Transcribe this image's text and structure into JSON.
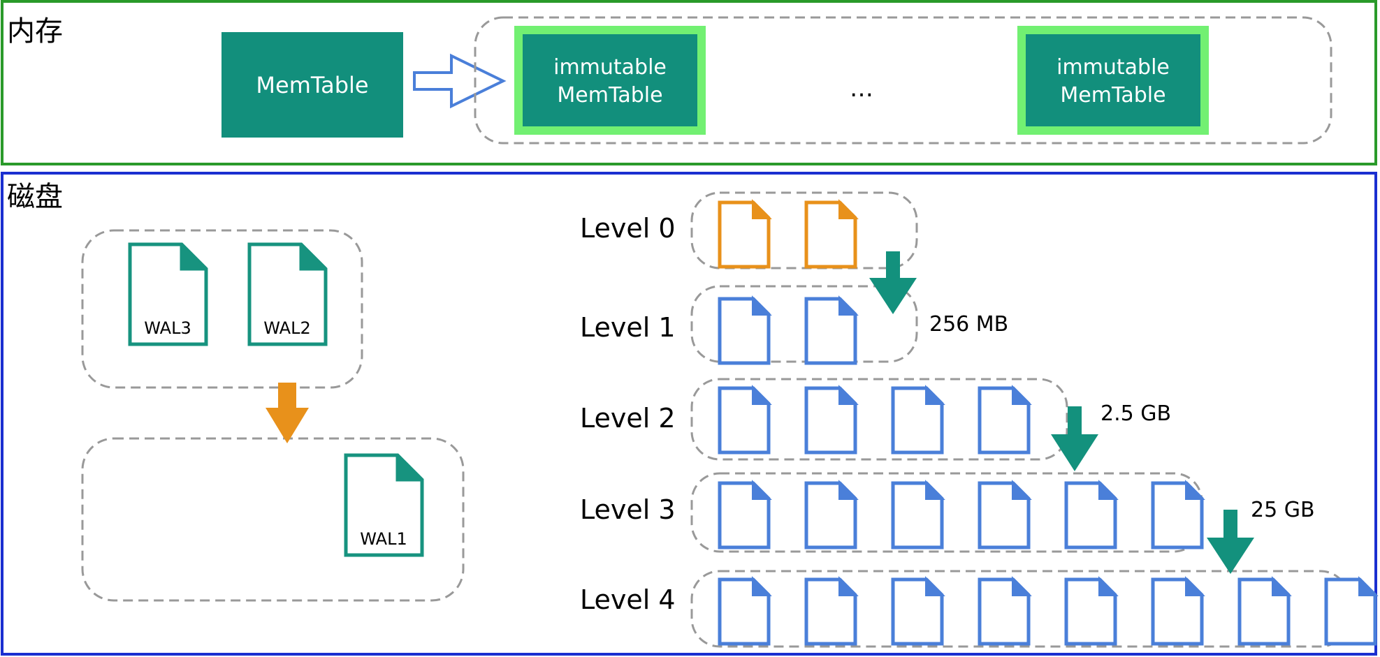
{
  "memory": {
    "title": "内存",
    "memtable_label": "MemTable",
    "immutable_line1": "immutable",
    "immutable_line2": "MemTable",
    "ellipsis": "…"
  },
  "disk": {
    "title": "磁盘",
    "wal_files": [
      "WAL3",
      "WAL2"
    ],
    "wal_flushed": "WAL1",
    "levels": [
      {
        "label": "Level 0",
        "file_count": 2,
        "file_color": "#e8911b"
      },
      {
        "label": "Level 1",
        "file_count": 2,
        "file_color": "#4a7fd9"
      },
      {
        "label": "Level 2",
        "file_count": 4,
        "file_color": "#4a7fd9"
      },
      {
        "label": "Level 3",
        "file_count": 6,
        "file_color": "#4a7fd9"
      },
      {
        "label": "Level 4",
        "file_count": 8,
        "file_color": "#4a7fd9"
      }
    ],
    "sizes": [
      "256 MB",
      "2.5 GB",
      "25 GB"
    ]
  },
  "colors": {
    "memory_border": "#2a9a2a",
    "disk_border": "#1a2fd0",
    "memtable_fill": "#128f7c",
    "immutable_glow": "#72f072",
    "wal_stroke": "#17937f",
    "flow_arrow": "#e8911b",
    "compaction_arrow": "#13917d",
    "push_arrow": "#4a7fd9"
  }
}
